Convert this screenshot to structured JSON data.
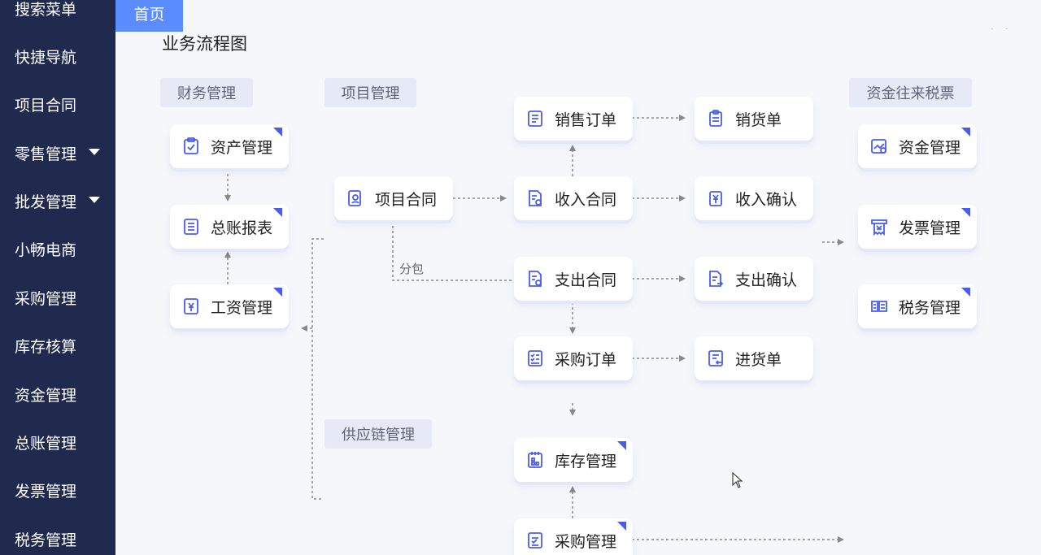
{
  "sidebar": {
    "items": [
      {
        "label": "搜索菜单"
      },
      {
        "label": "快捷导航"
      },
      {
        "label": "项目合同"
      },
      {
        "label": "零售管理"
      },
      {
        "label": "批发管理"
      },
      {
        "label": "小畅电商"
      },
      {
        "label": "采购管理"
      },
      {
        "label": "库存核算"
      },
      {
        "label": "资金管理"
      },
      {
        "label": "总账管理"
      },
      {
        "label": "发票管理"
      },
      {
        "label": "税务管理"
      }
    ]
  },
  "tabs": {
    "home": "首页"
  },
  "page": {
    "title": "业务流程图",
    "top_dots": "· ·"
  },
  "sections": {
    "finance": "财务管理",
    "project": "项目管理",
    "supply_chain": "供应链管理",
    "funds_tax": "资金往来税票"
  },
  "nodes": {
    "asset_mgmt": "资产管理",
    "ledger_report": "总账报表",
    "payroll_mgmt": "工资管理",
    "project_contract": "项目合同",
    "sales_order": "销售订单",
    "income_contract": "收入合同",
    "expense_contract": "支出合同",
    "purchase_order": "采购订单",
    "inventory_mgmt": "库存管理",
    "purchase_mgmt": "采购管理",
    "delivery_note": "销货单",
    "income_confirm": "收入确认",
    "expense_confirm": "支出确认",
    "receipt_note": "进货单",
    "fund_mgmt": "资金管理",
    "invoice_mgmt": "发票管理",
    "tax_mgmt": "税务管理"
  },
  "edges": {
    "subcontract": "分包"
  },
  "colors": {
    "sidebar_bg": "#1f2a4e",
    "accent": "#5b8cff",
    "icon": "#4a5cf0",
    "page_bg": "#f6f7fb",
    "section_bg": "#e6e9f6"
  }
}
